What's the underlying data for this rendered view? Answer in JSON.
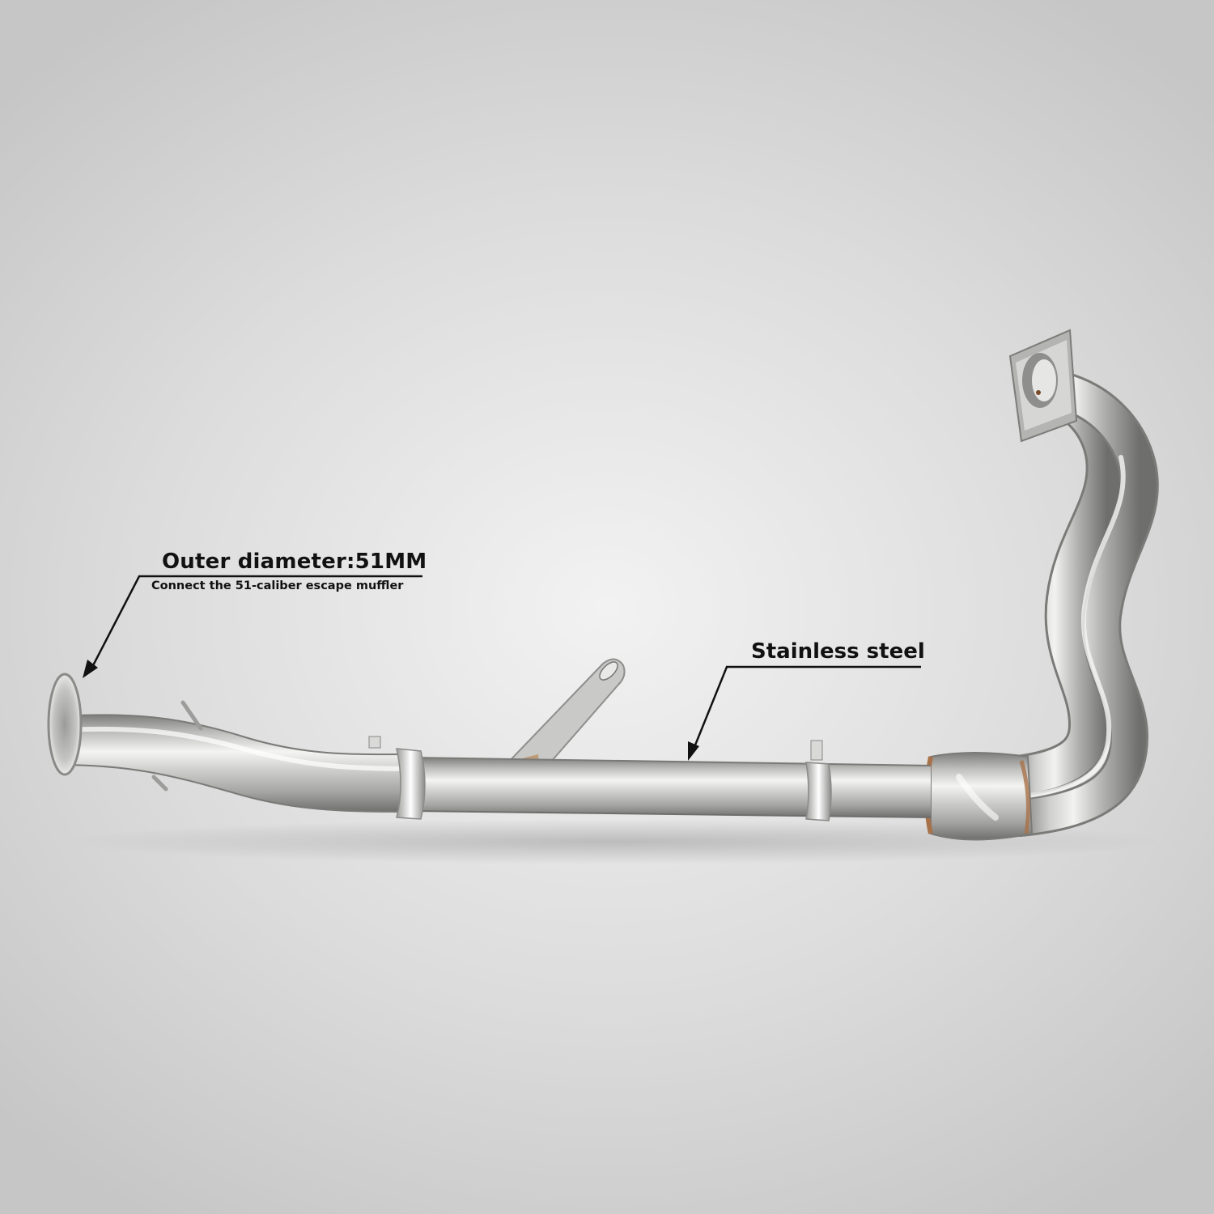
{
  "callouts": {
    "diameter": {
      "title": "Outer diameter:51MM",
      "subtitle": "Connect the 51-caliber escape muffler"
    },
    "material": {
      "title": "Stainless steel"
    }
  },
  "colors": {
    "background_center": "#f2f2f2",
    "background_edge": "#c6c6c6",
    "pipe_highlight": "#ffffff",
    "pipe_mid": "#c8c8c6",
    "pipe_shadow": "#8a8a88",
    "weld": "#a8724a",
    "callout_text": "#111111"
  },
  "icons": {
    "pointer": "arrowhead"
  }
}
